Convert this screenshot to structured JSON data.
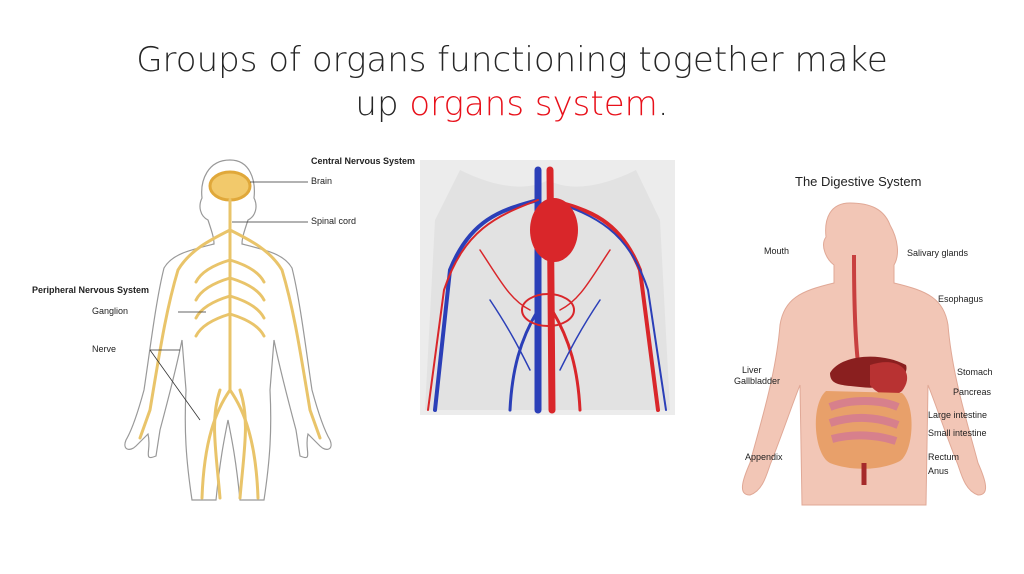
{
  "slide": {
    "title_line1": "Groups of organs functioning together make",
    "title_line2_prefix": "up ",
    "title_highlight": "organs system",
    "title_end": ".",
    "highlight_color": "#e8101a"
  },
  "nervous": {
    "central_heading": "Central Nervous System",
    "brain": "Brain",
    "spinal_cord": "Spinal cord",
    "peripheral_heading": "Peripheral Nervous System",
    "ganglion": "Ganglion",
    "nerve": "Nerve"
  },
  "digestive": {
    "heading": "The Digestive System",
    "mouth": "Mouth",
    "salivary": "Salivary glands",
    "esophagus": "Esophagus",
    "liver": "Liver",
    "gallbladder": "Gallbladder",
    "stomach": "Stomach",
    "pancreas": "Pancreas",
    "large_intestine": "Large intestine",
    "small_intestine": "Small intestine",
    "appendix": "Appendix",
    "rectum": "Rectum",
    "anus": "Anus"
  }
}
